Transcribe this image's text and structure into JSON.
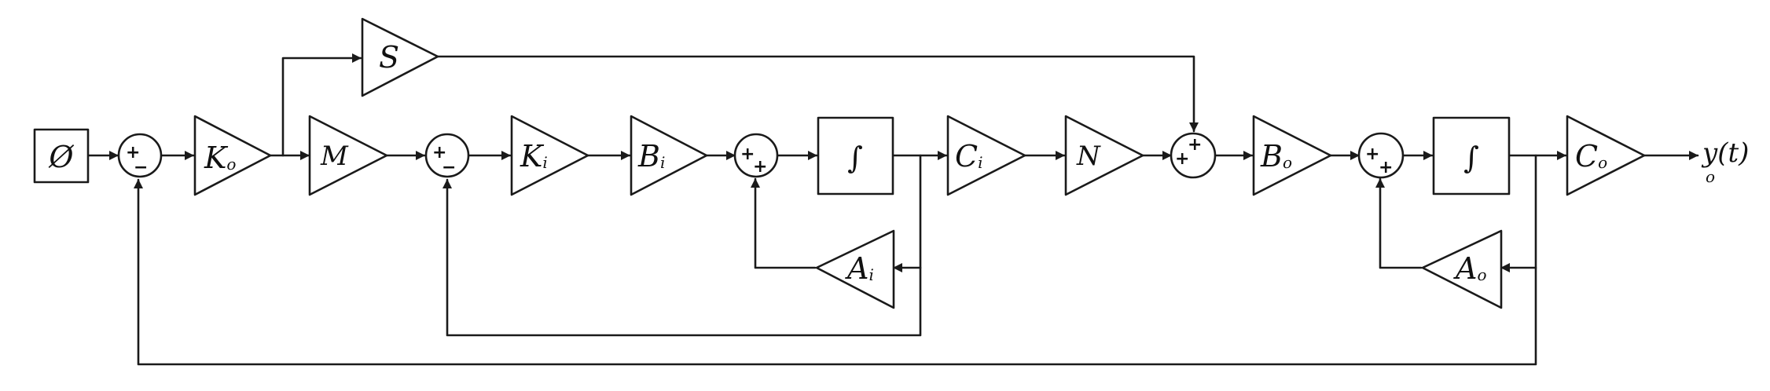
{
  "input": {
    "symbol": "Ø"
  },
  "gains": {
    "K0": {
      "main": "K",
      "sub": "o"
    },
    "S": {
      "main": "S"
    },
    "M": {
      "main": "M"
    },
    "Ki": {
      "main": "K",
      "sub": "i"
    },
    "Bi": {
      "main": "B",
      "sub": "i"
    },
    "Ai": {
      "main": "A",
      "sub": "i"
    },
    "Ci": {
      "main": "C",
      "sub": "i"
    },
    "N": {
      "main": "N"
    },
    "B0": {
      "main": "B",
      "sub": "o"
    },
    "A0": {
      "main": "A",
      "sub": "o"
    },
    "C0": {
      "main": "C",
      "sub": "o"
    }
  },
  "integrators": {
    "symbol": "∫"
  },
  "signs": {
    "plus": "+",
    "minus": "−"
  },
  "output": {
    "main": "y",
    "sub": "o",
    "arg": "(t)"
  }
}
